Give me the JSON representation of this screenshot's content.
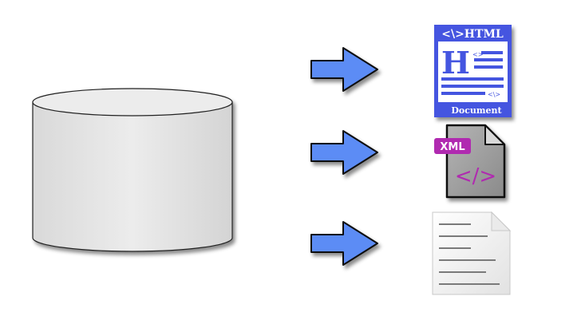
{
  "diagram": {
    "source": {
      "shape": "database-cylinder"
    },
    "outputs": [
      {
        "format": "html",
        "badge": "<\\>HTML",
        "heading_letter": "H",
        "tag1": "<>",
        "tag2": "<\\>",
        "footer": "Document"
      },
      {
        "format": "xml",
        "badge": "XML",
        "code": "</>"
      },
      {
        "format": "text"
      }
    ]
  },
  "colors": {
    "arrow": "#5b8cf5",
    "html_blue": "#4455e0",
    "xml_magenta": "#b02ab0",
    "cylinder": "#e6e6e6"
  }
}
